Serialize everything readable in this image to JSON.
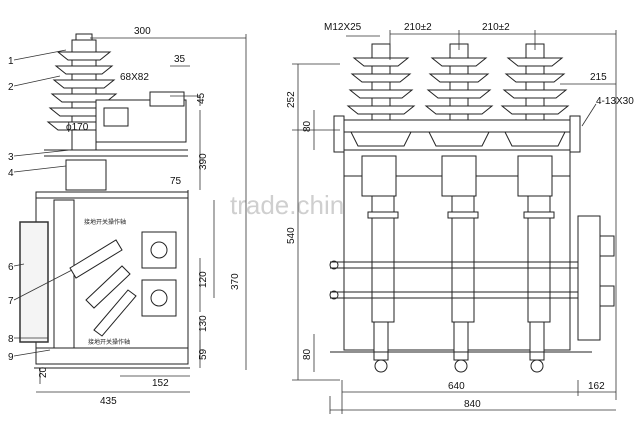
{
  "watermark": "trade.china.cn",
  "left_view": {
    "part_labels": [
      "1",
      "2",
      "3",
      "4",
      "6",
      "7",
      "8",
      "9"
    ],
    "dims_top": [
      "300",
      "35",
      "68X82",
      "45"
    ],
    "dim_diameter": "ϕ170",
    "dim_75": "75",
    "dims_right": [
      "390",
      "120",
      "370",
      "130",
      "59"
    ],
    "dims_bottom": [
      "20",
      "152",
      "435"
    ],
    "cn_labels": [
      "接地开关操作轴",
      "接地开关操作轴"
    ]
  },
  "right_view": {
    "dims_top": [
      "M12X25",
      "210±2",
      "210±2"
    ],
    "dim_215": "215",
    "dim_holes": "4-13X30",
    "dims_left": [
      "252",
      "80",
      "540",
      "80"
    ],
    "dims_bottom": [
      "640",
      "162",
      "840"
    ]
  }
}
